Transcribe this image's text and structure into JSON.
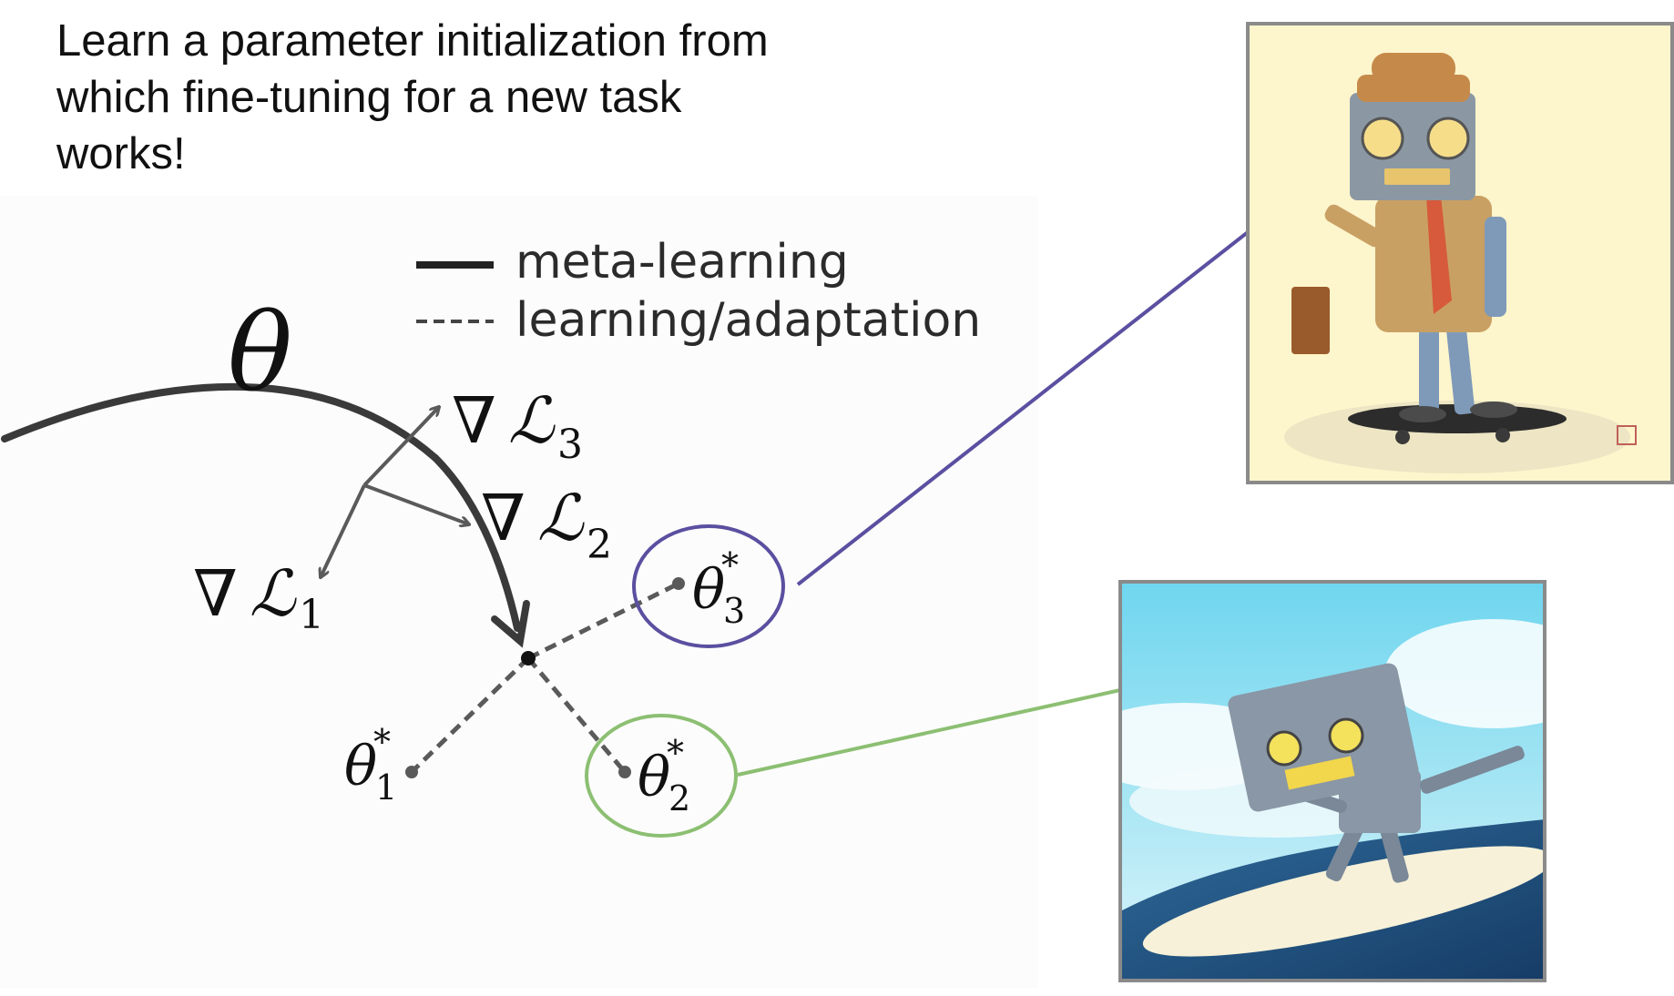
{
  "caption": {
    "lines": [
      "Learn a parameter initialization from",
      "which fine-tuning for a new task",
      "works!"
    ]
  },
  "legend": {
    "solid_label": "meta-learning",
    "dashed_label": "learning/adaptation"
  },
  "labels": {
    "theta": "θ",
    "nabla": "∇",
    "loss": "ℒ",
    "sub_1": "1",
    "sub_2": "2",
    "sub_3": "3",
    "star": "*"
  },
  "colors": {
    "task3_circle": "#5a4fa0",
    "task2_circle": "#8cbf72",
    "meta_path": "#3a3a3a",
    "gradient_arrows": "#5a5a5a",
    "adaptation_dashes": "#5a5a5a",
    "frame": "#8a8a8a"
  },
  "images": {
    "top": "robot-with-hat-and-briefcase-on-skateboard-illustration",
    "bottom": "box-robot-surfing-wave-illustration"
  }
}
